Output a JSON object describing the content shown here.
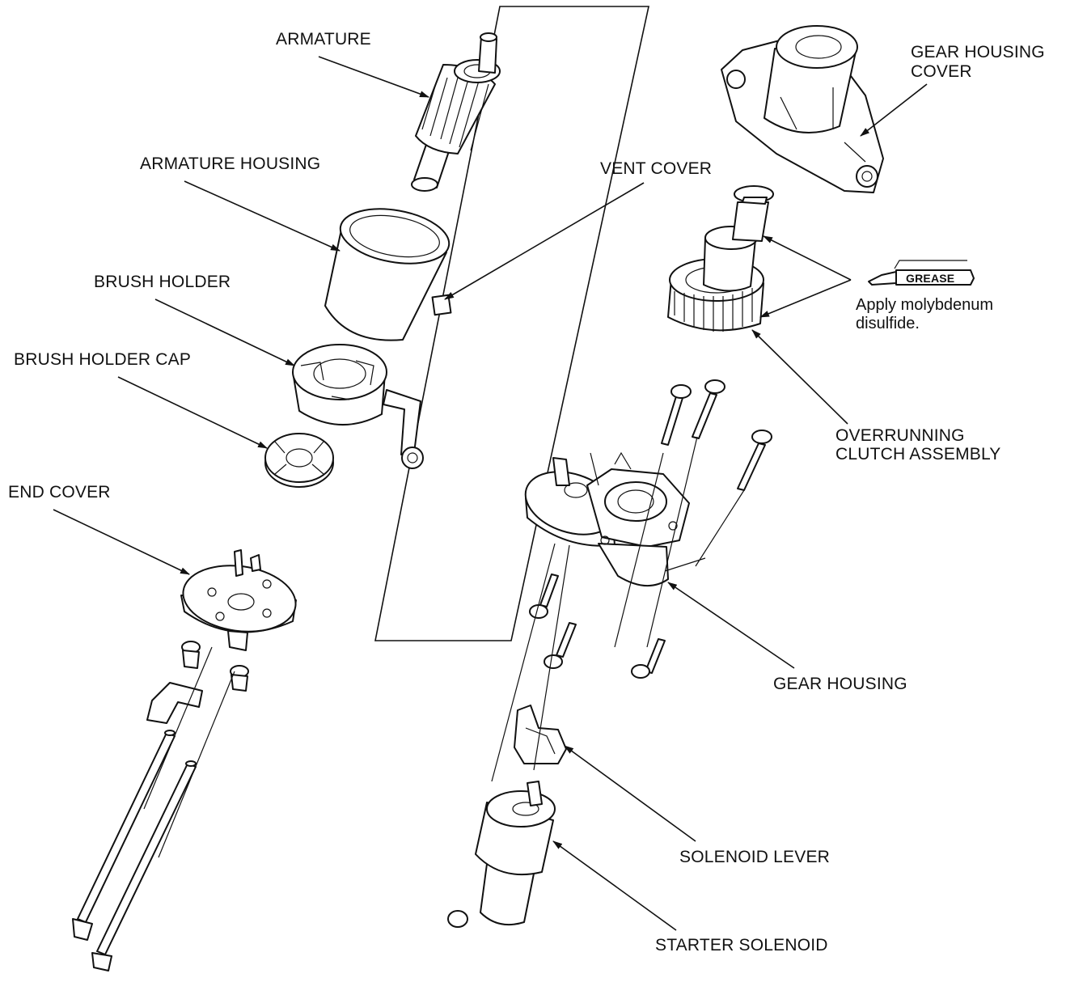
{
  "labels": {
    "armature": "ARMATURE",
    "gear_housing_cover_1": "GEAR HOUSING",
    "gear_housing_cover_2": "COVER",
    "armature_housing": "ARMATURE HOUSING",
    "vent_cover": "VENT COVER",
    "brush_holder": "BRUSH HOLDER",
    "brush_holder_cap": "BRUSH HOLDER CAP",
    "grease": "GREASE",
    "apply_1": "Apply molybdenum",
    "apply_2": "disulfide.",
    "overrunning_1": "OVERRUNNING",
    "overrunning_2": "CLUTCH ASSEMBLY",
    "end_cover": "END COVER",
    "gear_housing": "GEAR HOUSING",
    "solenoid_lever": "SOLENOID LEVER",
    "starter_solenoid": "STARTER SOLENOID"
  }
}
